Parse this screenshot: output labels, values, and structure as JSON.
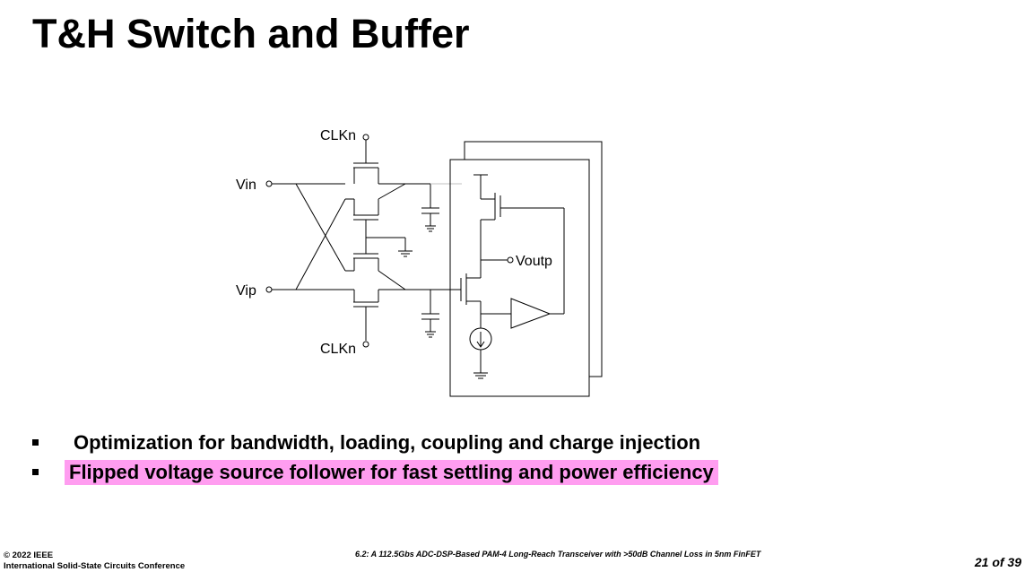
{
  "slide": {
    "title": "T&H Switch and Buffer"
  },
  "schematic": {
    "labels": {
      "clk_top": "CLKn",
      "clk_bottom": "CLKn",
      "vin": "Vin",
      "vip": "Vip",
      "voutp": "Voutp"
    }
  },
  "bullets": [
    {
      "text": "Optimization for bandwidth, loading, coupling and charge injection",
      "highlight": false
    },
    {
      "text": "Flipped voltage source follower for fast settling and power efficiency",
      "highlight": true,
      "highlight_color": "#ff9df0"
    }
  ],
  "footer": {
    "copyright": "© 2022 IEEE",
    "conference": "International Solid-State Circuits Conference",
    "paper": "6.2: A 112.5Gbs ADC-DSP-Based PAM-4 Long-Reach Transceiver with >50dB Channel Loss in 5nm FinFET",
    "page": "21 of 39"
  }
}
